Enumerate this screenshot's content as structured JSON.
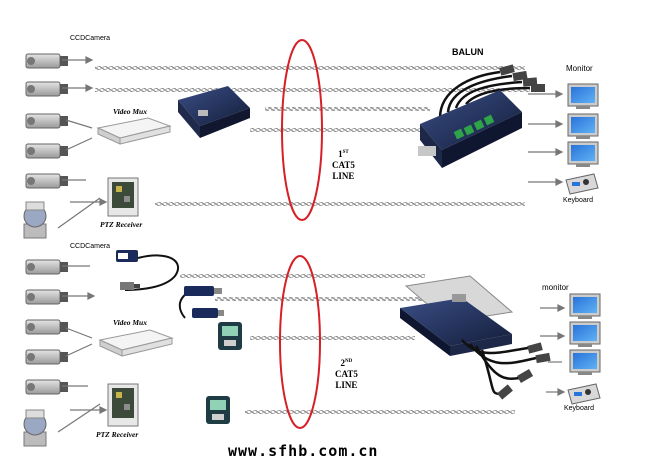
{
  "labels": {
    "ccd_camera": "CCDCamera",
    "ccd_camera_2": "CCDCamera",
    "video_mux": "Video Mux",
    "video_mux_2": "Video Mux",
    "ptz_receiver": "PTZ Receiver",
    "ptz_receiver_2": "PTZ Receiver",
    "balun": "BALUN",
    "monitor": "Monitor",
    "monitor_2": "monitor",
    "keyboard": "Keyboard",
    "keyboard_2": "Keyboard",
    "cat5_top": {
      "ordinal": "1",
      "suffix": "ST",
      "line1": "CAT5",
      "line2": "LINE"
    },
    "cat5_bottom": {
      "ordinal": "2",
      "suffix": "ND",
      "line1": "CAT5",
      "line2": "LINE"
    },
    "website": "www.sfhb.com.cn"
  },
  "colors": {
    "ellipse": "#d61f26",
    "cable": "#8c8c8c",
    "device_dark": "#1f2d55",
    "connector_green": "#2fa34a"
  }
}
